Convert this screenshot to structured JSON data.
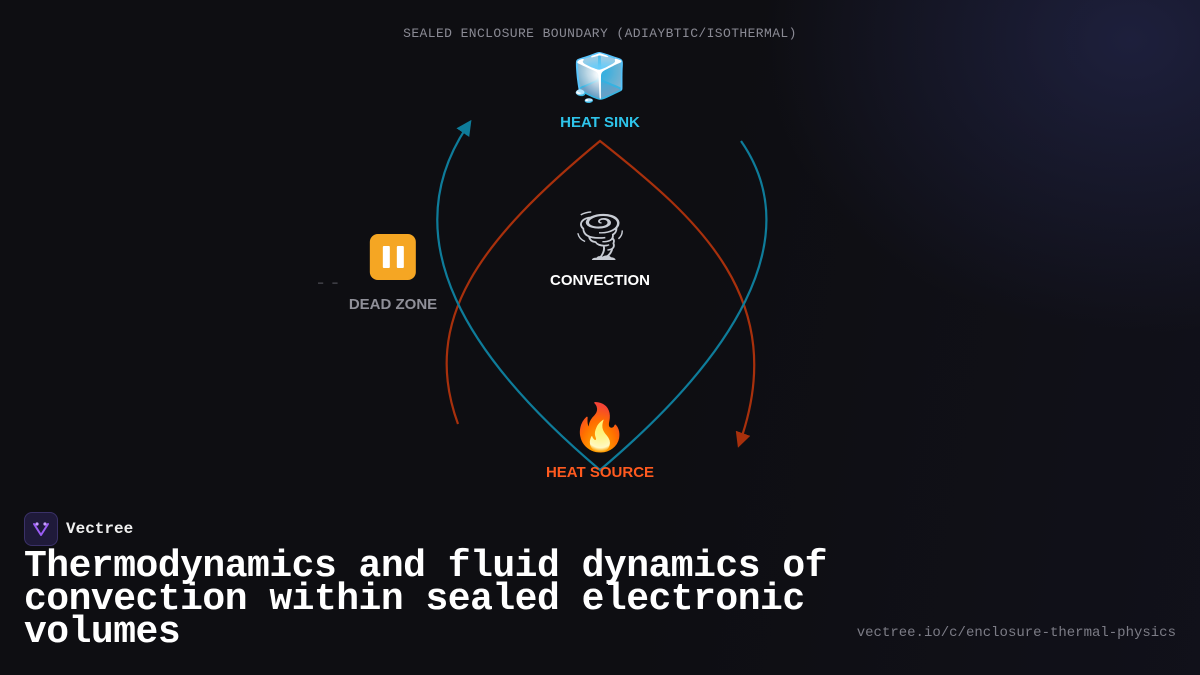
{
  "diagram": {
    "boundary_label": "SEALED ENCLOSURE BOUNDARY (ADIAYBTIC/ISOTHERMAL)",
    "nodes": {
      "heat_sink": {
        "label": "HEAT SINK",
        "icon": "ice-cube-icon",
        "glyph": "🧊",
        "color": "#2ec4ea"
      },
      "convection": {
        "label": "CONVECTION",
        "icon": "tornado-icon",
        "glyph": "🌪",
        "color": "#ffffff"
      },
      "dead_zone": {
        "label": "DEAD ZONE",
        "icon": "pause-icon",
        "color": "#8f8f98"
      },
      "heat_source": {
        "label": "HEAT SOURCE",
        "icon": "fire-icon",
        "glyph": "🔥",
        "color": "#ff5a1f"
      }
    },
    "dead_zone_marker": "– –",
    "flow_colors": {
      "cool": "#0e7c9a",
      "hot": "#a8300c"
    }
  },
  "brand": {
    "name": "Vectree",
    "logo_icon": "vectree-logo-icon",
    "accent": "#9b5cf5"
  },
  "headline": "Thermodynamics and fluid dynamics of convection within sealed electronic volumes",
  "url": "vectree.io/c/enclosure-thermal-physics"
}
